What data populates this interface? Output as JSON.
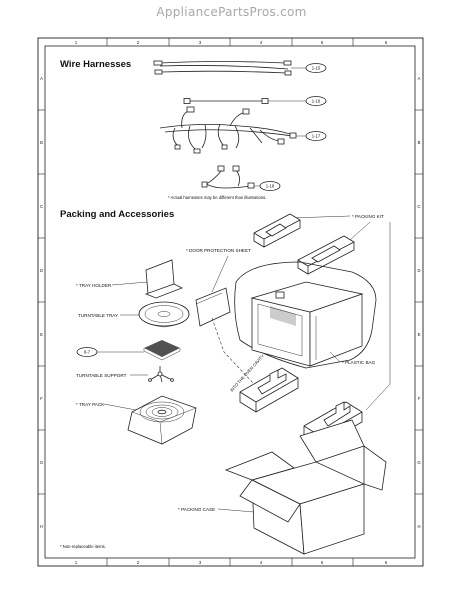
{
  "site": {
    "title": "AppliancePartsPros.com"
  },
  "grid": {
    "columns": [
      "1",
      "2",
      "3",
      "4",
      "5",
      "6"
    ],
    "rows": [
      "A",
      "B",
      "C",
      "D",
      "E",
      "F",
      "G",
      "H"
    ]
  },
  "sections": {
    "wire_harnesses": "Wire Harnesses",
    "packing": "Packing and Accessories"
  },
  "wire_refs": [
    "1-15",
    "1-16",
    "1-17",
    "1-18"
  ],
  "wire_note": "* Actual harnesses may be different than illustrations.",
  "labels": {
    "packing_kit": "* PACKING KIT",
    "door_protection_sheet": "* DOOR PROTECTION SHEET",
    "tray_holder": "* TRAY HOLDER",
    "turntable_tray": "TURNTABLE TRAY",
    "ref_87": "8-7",
    "turntable_support": "TURNTABLE SUPPORT",
    "tray_pack": "* TRAY PACK",
    "plastic_bag": "* PLASTIC BAG",
    "into_oven_cavity": "INTO THE OVEN CAVITY",
    "packing_case": "* PACKING CASE"
  },
  "footnote": "* Non-replaceable items."
}
